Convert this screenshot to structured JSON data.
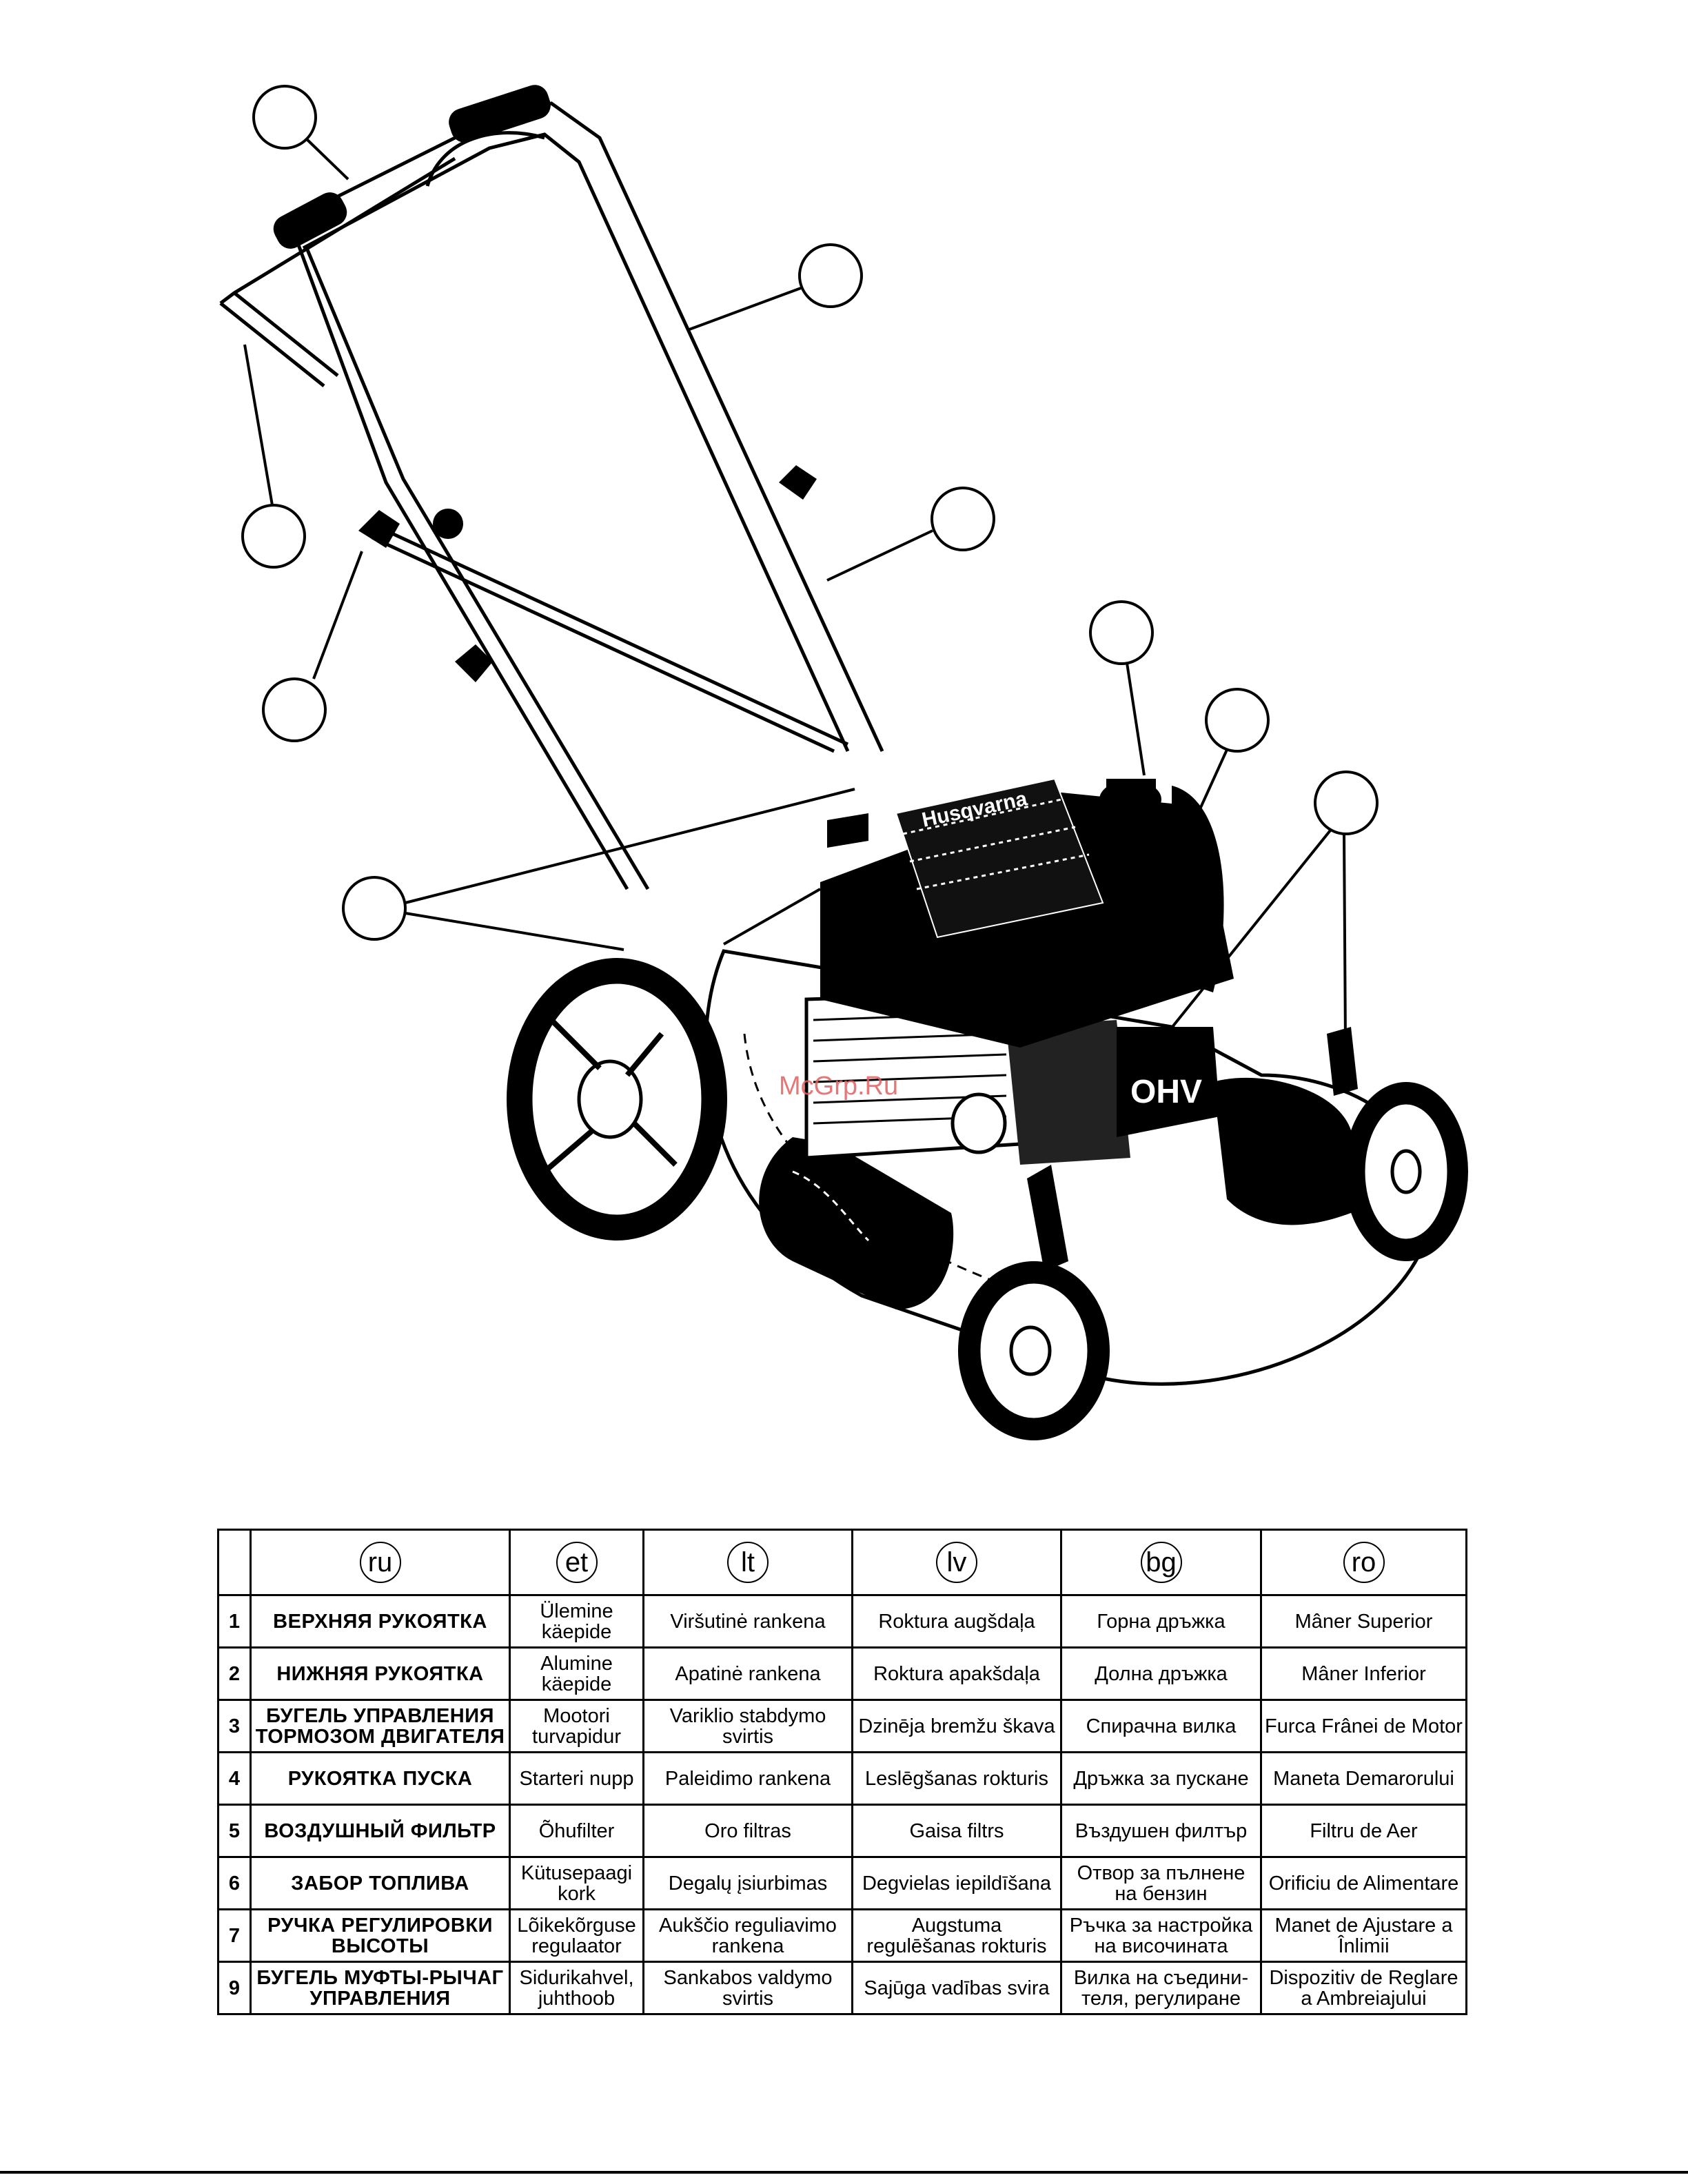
{
  "watermark": "McGrp.Ru",
  "engine_badge": "OHV",
  "brand_badge": "Husqvarna",
  "legend": {
    "languages": [
      "ru",
      "et",
      "lt",
      "lv",
      "bg",
      "ro"
    ],
    "rows": [
      {
        "num": "1",
        "cells": [
          "ВЕРХНЯЯ РУКОЯТКА",
          "Ülemine käepide",
          "Viršutinė rankena",
          "Roktura augšdaļa",
          "Горна дръжка",
          "Mâner Superior"
        ]
      },
      {
        "num": "2",
        "cells": [
          "НИЖНЯЯ РУКОЯТКА",
          "Alumine käepide",
          "Apatinė rankena",
          "Roktura apakšdaļa",
          "Долна дръжка",
          "Mâner Inferior"
        ]
      },
      {
        "num": "3",
        "cells": [
          "БУГЕЛЬ УПРАВЛЕНИЯ ТОРМОЗОМ ДВИГАТЕЛЯ",
          "Mootori turvapidur",
          "Variklio stabdymo svirtis",
          "Dzinēja bremžu škava",
          "Спирачна вилка",
          "Furca Frânei de Motor"
        ]
      },
      {
        "num": "4",
        "cells": [
          "РУКОЯТКА ПУСКА",
          "Starteri nupp",
          "Paleidimo rankena",
          "Leslēgšanas rokturis",
          "Дръжка за пускане",
          "Maneta Demarorului"
        ]
      },
      {
        "num": "5",
        "cells": [
          "ВОЗДУШНЫЙ ФИЛЬТР",
          "Õhufilter",
          "Oro filtras",
          "Gaisa filtrs",
          "Въздушен филтър",
          "Filtru de Aer"
        ]
      },
      {
        "num": "6",
        "cells": [
          "ЗАБОР ТОПЛИВА",
          "Kütusepaagi kork",
          "Degalų įsiurbimas",
          "Degvielas iepildīšana",
          "Отвор за пълнене на бензин",
          "Orificiu de Alimentare"
        ]
      },
      {
        "num": "7",
        "cells": [
          "РУЧКА РЕГУЛИРОВКИ ВЫСОТЫ",
          "Lõikekõrguse regulaator",
          "Aukščio reguliavimo rankena",
          "Augstuma regulēšanas rokturis",
          "Ръчка за настройка на височината",
          "Manet de Ajustare a Înlimii"
        ]
      },
      {
        "num": "9",
        "cells": [
          "БУГЕЛЬ МУФТЫ-РЫЧАГ УПРАВЛЕНИЯ",
          "Sidurikahvel, juhthoob",
          "Sankabos valdymo svirtis",
          "Sajūga vadības svira",
          "Вилка на съедини-теля, регулиране",
          "Dispozitiv de Reglare a Ambreiajului"
        ]
      }
    ]
  }
}
